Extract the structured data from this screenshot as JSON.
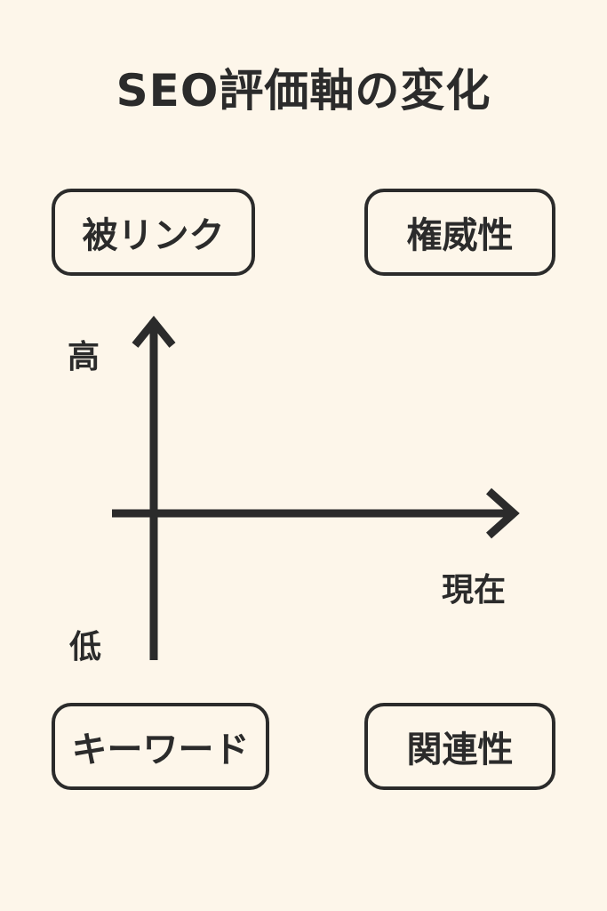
{
  "title": "SEO評価軸の変化",
  "boxes": {
    "top_left": "被リンク",
    "top_right": "権威性",
    "bottom_left": "キーワード",
    "bottom_right": "関連性"
  },
  "axis": {
    "high": "高",
    "low": "低",
    "now": "現在"
  },
  "colors": {
    "background": "#fdf6ea",
    "ink": "#2b2b2b"
  }
}
